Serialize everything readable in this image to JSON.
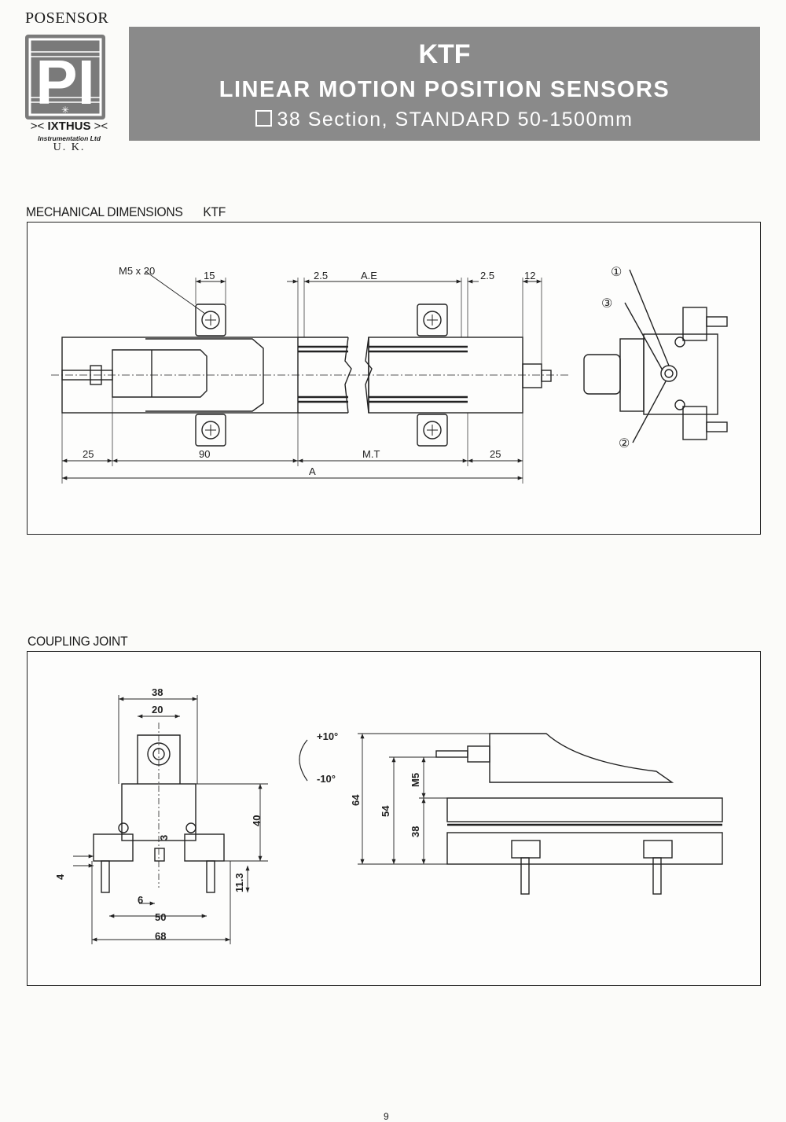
{
  "logo": {
    "top_text": "POSENSOR",
    "monogram": "PI",
    "brand": "IXTHUS",
    "subtitle": "Instrumentation Ltd",
    "country": "U. K."
  },
  "header": {
    "title": "KTF",
    "subtitle": "LINEAR MOTION POSITION SENSORS",
    "section_line": "38 Section, STANDARD 50-1500mm"
  },
  "mechanical": {
    "heading": "MECHANICAL DIMENSIONS",
    "model": "KTF",
    "labels": {
      "m5x20": "M5 x 20",
      "d15": "15",
      "d2_5_left": "2.5",
      "ae": "A.E",
      "d2_5_right": "2.5",
      "d12": "12",
      "d25_left": "25",
      "d90": "90",
      "mt": "M.T",
      "d25_right": "25",
      "a": "A",
      "c1": "①",
      "c2": "②",
      "c3": "③"
    }
  },
  "coupling": {
    "heading": "COUPLING JOINT",
    "labels": {
      "d38": "38",
      "d20": "20",
      "d40": "40",
      "d3": "3",
      "d4": "4",
      "d6": "6",
      "d50": "50",
      "d68": "68",
      "d11_3": "11.3",
      "plus10": "+10°",
      "minus10": "-10°",
      "d64": "64",
      "d54": "54",
      "m5": "M5",
      "d38_side": "38"
    }
  },
  "page_number": "9"
}
